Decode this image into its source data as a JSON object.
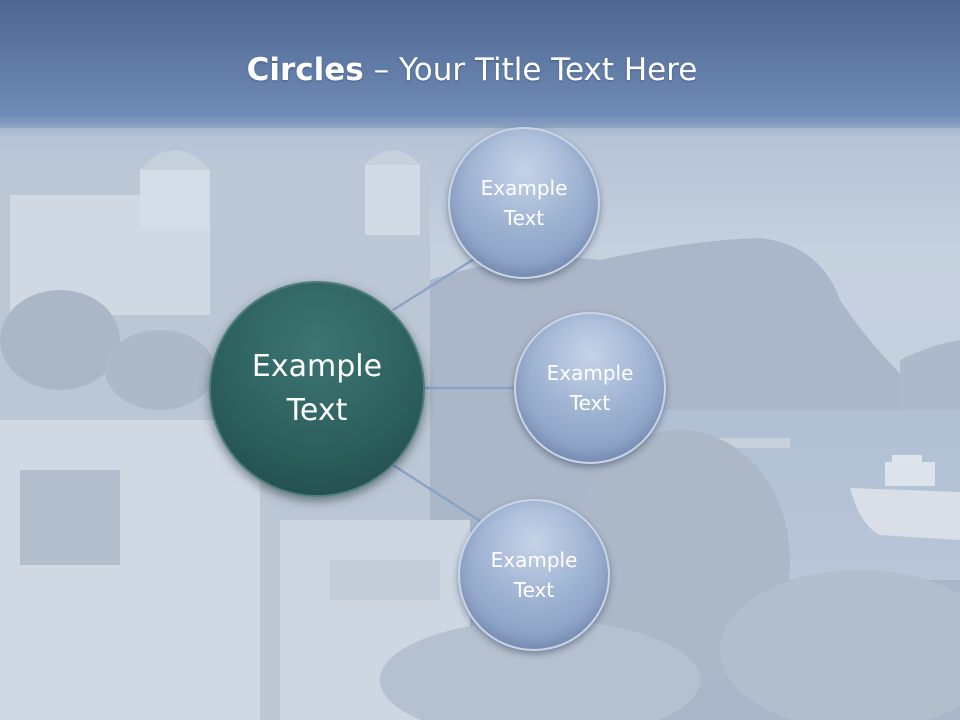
{
  "title": {
    "bold": "Circles",
    "rest": " – Your Title Text Here"
  },
  "center": {
    "label": "Example\nText"
  },
  "satellites": [
    {
      "label": "Example\nText"
    },
    {
      "label": "Example\nText"
    },
    {
      "label": "Example\nText"
    }
  ],
  "colors": {
    "header_band": "#6f8bb6",
    "background_haze": "#b9c6d9",
    "center_circle": "#2c605e",
    "satellite_circle": "#9eb2d2",
    "connector_line": "#8aa3c8"
  }
}
